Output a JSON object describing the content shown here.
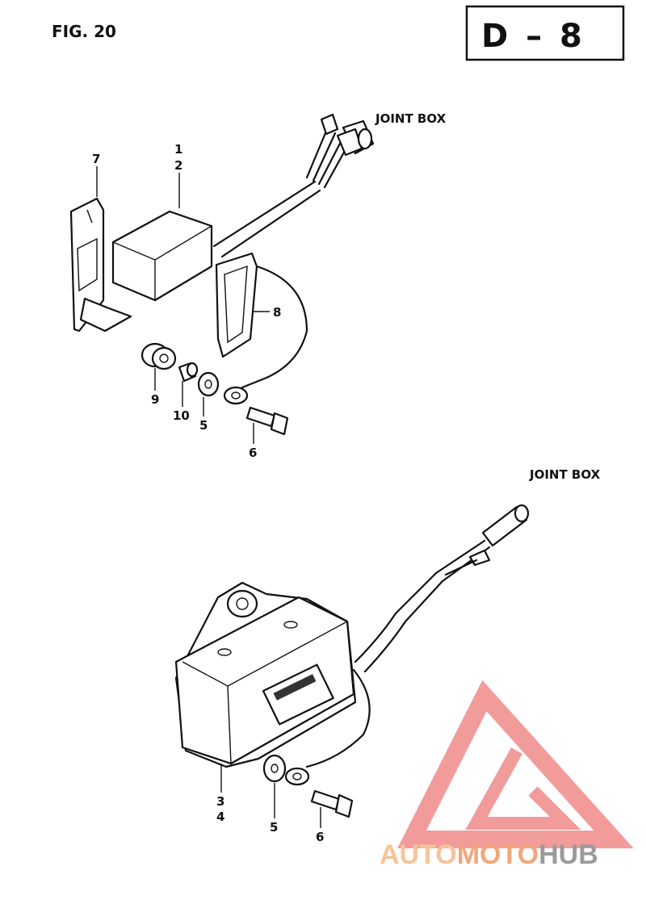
{
  "header": {
    "figure_label": "FIG. 20",
    "page_code": "D – 8"
  },
  "callouts": {
    "joint_box_top": "JOINT BOX",
    "joint_box_bottom": "JOINT BOX"
  },
  "parts_top": {
    "p1": "1",
    "p2": "2",
    "p7": "7",
    "p8": "8",
    "p9": "9",
    "p10": "10",
    "p5": "5",
    "p6": "6"
  },
  "parts_bottom": {
    "p3": "3",
    "p4": "4",
    "p5": "5",
    "p6": "6"
  },
  "watermark": {
    "part_a": "AUTO",
    "part_b": "MOTO",
    "part_c": "HUB",
    "color_a": "#f7c39a",
    "color_b": "#f0a77a",
    "color_c": "#9a9a9a",
    "logo_color": "#f08a8a"
  }
}
